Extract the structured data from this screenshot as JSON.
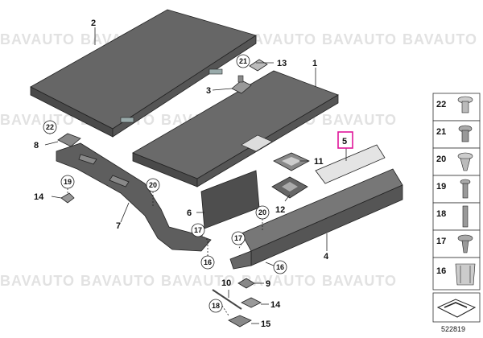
{
  "watermark": "BAVAUTO",
  "diagram_code": "522819",
  "callouts": {
    "c1": "1",
    "c2": "2",
    "c3": "3",
    "c4": "4",
    "c5": "5",
    "c6": "6",
    "c7": "7",
    "c8": "8",
    "c9": "9",
    "c10": "10",
    "c11": "11",
    "c12": "12",
    "c13": "13",
    "c14a": "14",
    "c14b": "14",
    "c15": "15",
    "c16a": "16",
    "c16b": "16",
    "c17a": "17",
    "c17b": "17",
    "c18": "18",
    "c19": "19",
    "c20a": "20",
    "c20b": "20",
    "c21": "21",
    "c22": "22"
  },
  "legend": {
    "items": [
      "22",
      "21",
      "20",
      "19",
      "18",
      "17",
      "16"
    ]
  },
  "colors": {
    "highlight": "#e0159a",
    "part_dark": "#5a5a5a",
    "part_mid": "#7a7a7a",
    "part_light": "#c8c8c8"
  }
}
